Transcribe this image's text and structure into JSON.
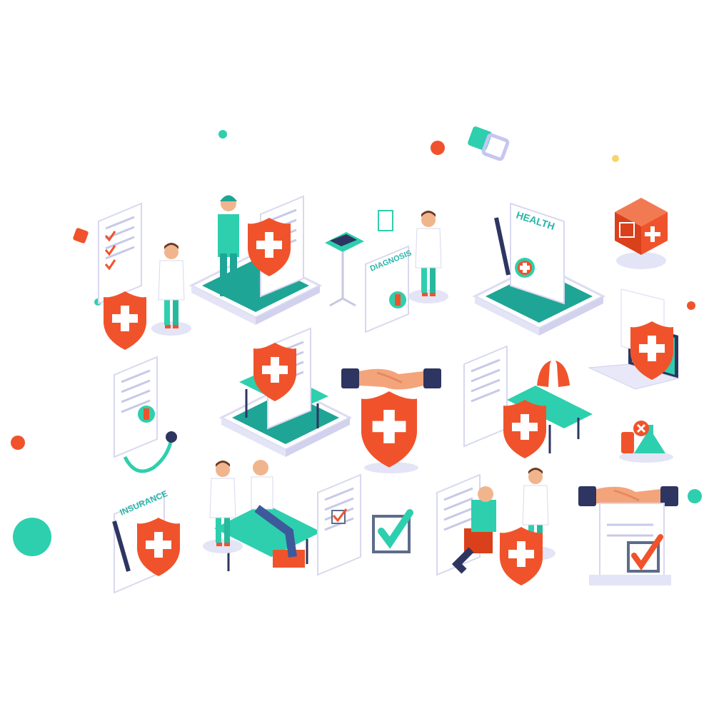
{
  "illustration": {
    "labels": {
      "health": "HEALTH",
      "diagnosis": "DIAGNOSIS",
      "insurance": "INSURANCE"
    }
  },
  "colors": {
    "orange": "#f0532b",
    "teal": "#2ecfae",
    "dark_teal": "#1a9a8c",
    "lavender": "#e4e4f7",
    "navy": "#2d3560",
    "yellow": "#f8d46a"
  }
}
